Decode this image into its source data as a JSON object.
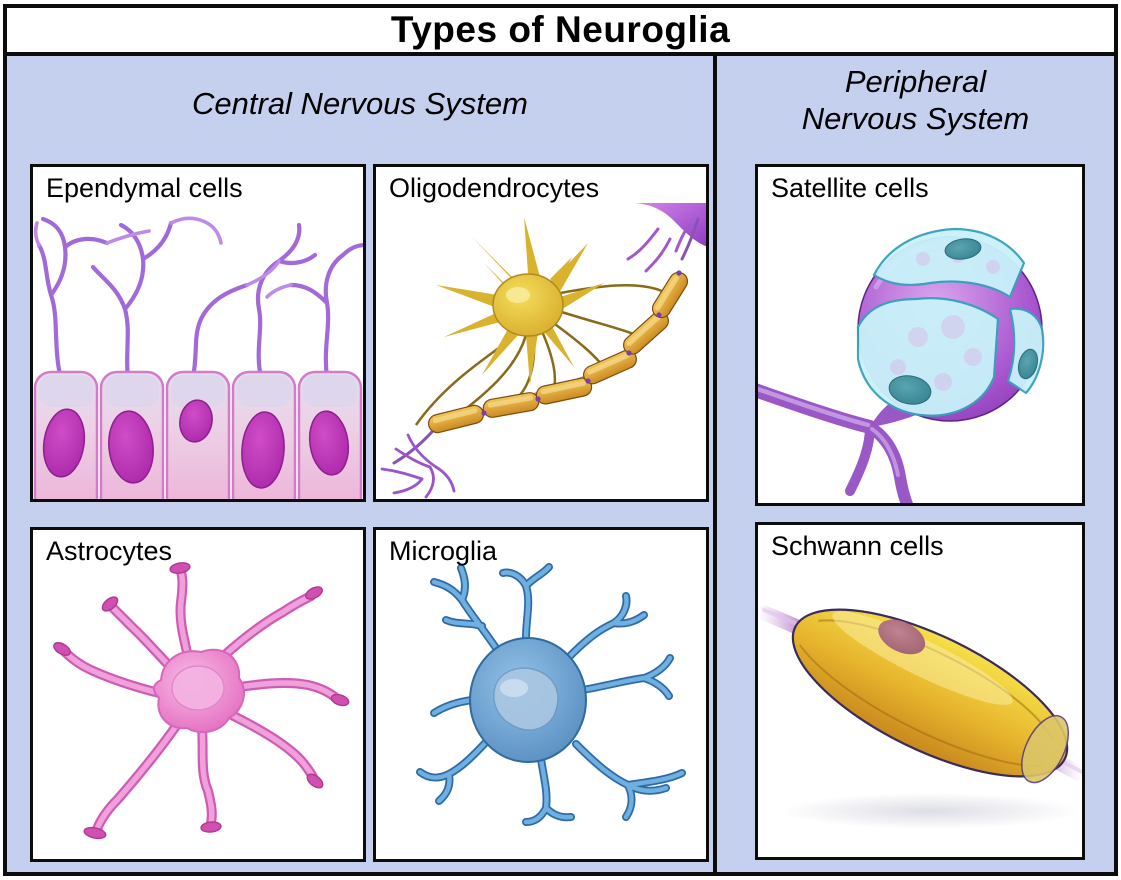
{
  "title": "Types of Neuroglia",
  "sections": [
    {
      "id": "cns",
      "label": "Central Nervous System",
      "panels": [
        {
          "label": "Ependymal cells",
          "illustration": "ependymal-cells"
        },
        {
          "label": "Oligodendrocytes",
          "illustration": "oligodendrocyte-with-myelinated-axon"
        },
        {
          "label": "Astrocytes",
          "illustration": "astrocyte-star-cell"
        },
        {
          "label": "Microglia",
          "illustration": "microglia-branched-cell"
        }
      ]
    },
    {
      "id": "pns",
      "label": "Peripheral Nervous System",
      "label_line1": "Peripheral",
      "label_line2": "Nervous System",
      "panels": [
        {
          "label": "Satellite cells",
          "illustration": "satellite-cells-around-neuron-soma"
        },
        {
          "label": "Schwann cells",
          "illustration": "schwann-cell-myelin-sheath"
        }
      ]
    }
  ],
  "colors": {
    "section_bg": "#c5cfee",
    "panel_bg": "#ffffff",
    "border": "#000000",
    "ependymal_pink": "#e9c1de",
    "ependymal_nucleus": "#bd3cba",
    "process_purple": "#a16ad8",
    "oligodendrocyte_yellow": "#e2c035",
    "myelin_orange": "#dfa235",
    "astrocyte_pink": "#ef9ad8",
    "microglia_blue": "#5b9fd6",
    "satellite_cyan": "#c9f2fa",
    "satellite_soma_purple": "#a050cc",
    "schwann_gold": "#e8bc2e",
    "axon_purple": "#a873c8"
  }
}
